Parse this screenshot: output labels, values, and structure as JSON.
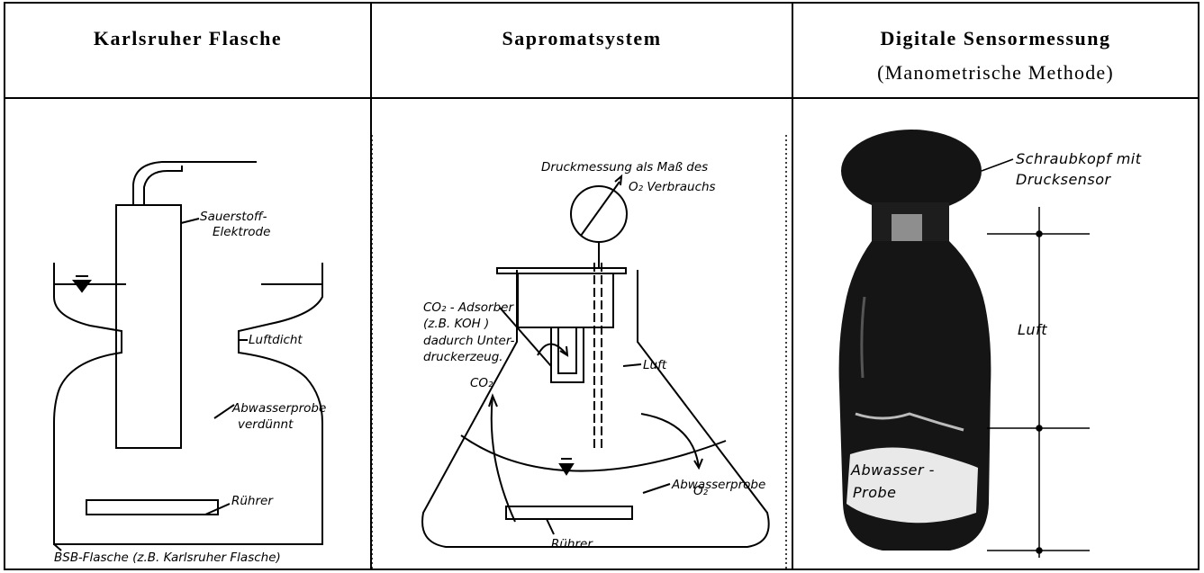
{
  "columns": [
    {
      "title": "Karlsruher Flasche",
      "subtitle": ""
    },
    {
      "title": "Sapromatsystem",
      "subtitle": ""
    },
    {
      "title": "Digitale Sensormessung",
      "subtitle": "(Manometrische Methode)"
    }
  ],
  "karlsruhe": {
    "electrode_1": "Sauerstoff-",
    "electrode_2": "Elektrode",
    "airtight": "Luftdicht",
    "sample_1": "Abwasserprobe",
    "sample_2": "verdünnt",
    "stirrer": "Rührer",
    "bottle": "BSB-Flasche (z.B. Karlsruher Flasche)"
  },
  "sapromat": {
    "pressure_1": "Druckmessung als Maß des",
    "pressure_2": "O₂ Verbrauchs",
    "ads_1": "CO₂ - Adsorber",
    "ads_2": "(z.B. KOH )",
    "ads_3": "dadurch Unter-",
    "ads_4": "druckerzeug.",
    "co2": "CO₂",
    "air": "Luft",
    "o2": "O₂",
    "sample": "Abwasserprobe",
    "stirrer": "Rührer"
  },
  "sensor": {
    "cap_1": "Schraubkopf mit",
    "cap_2": "Drucksensor",
    "air": "Luft",
    "sample_1": "Abwasser -",
    "sample_2": "Probe"
  },
  "colors": {
    "border": "#000000",
    "bottle": "#151515"
  }
}
